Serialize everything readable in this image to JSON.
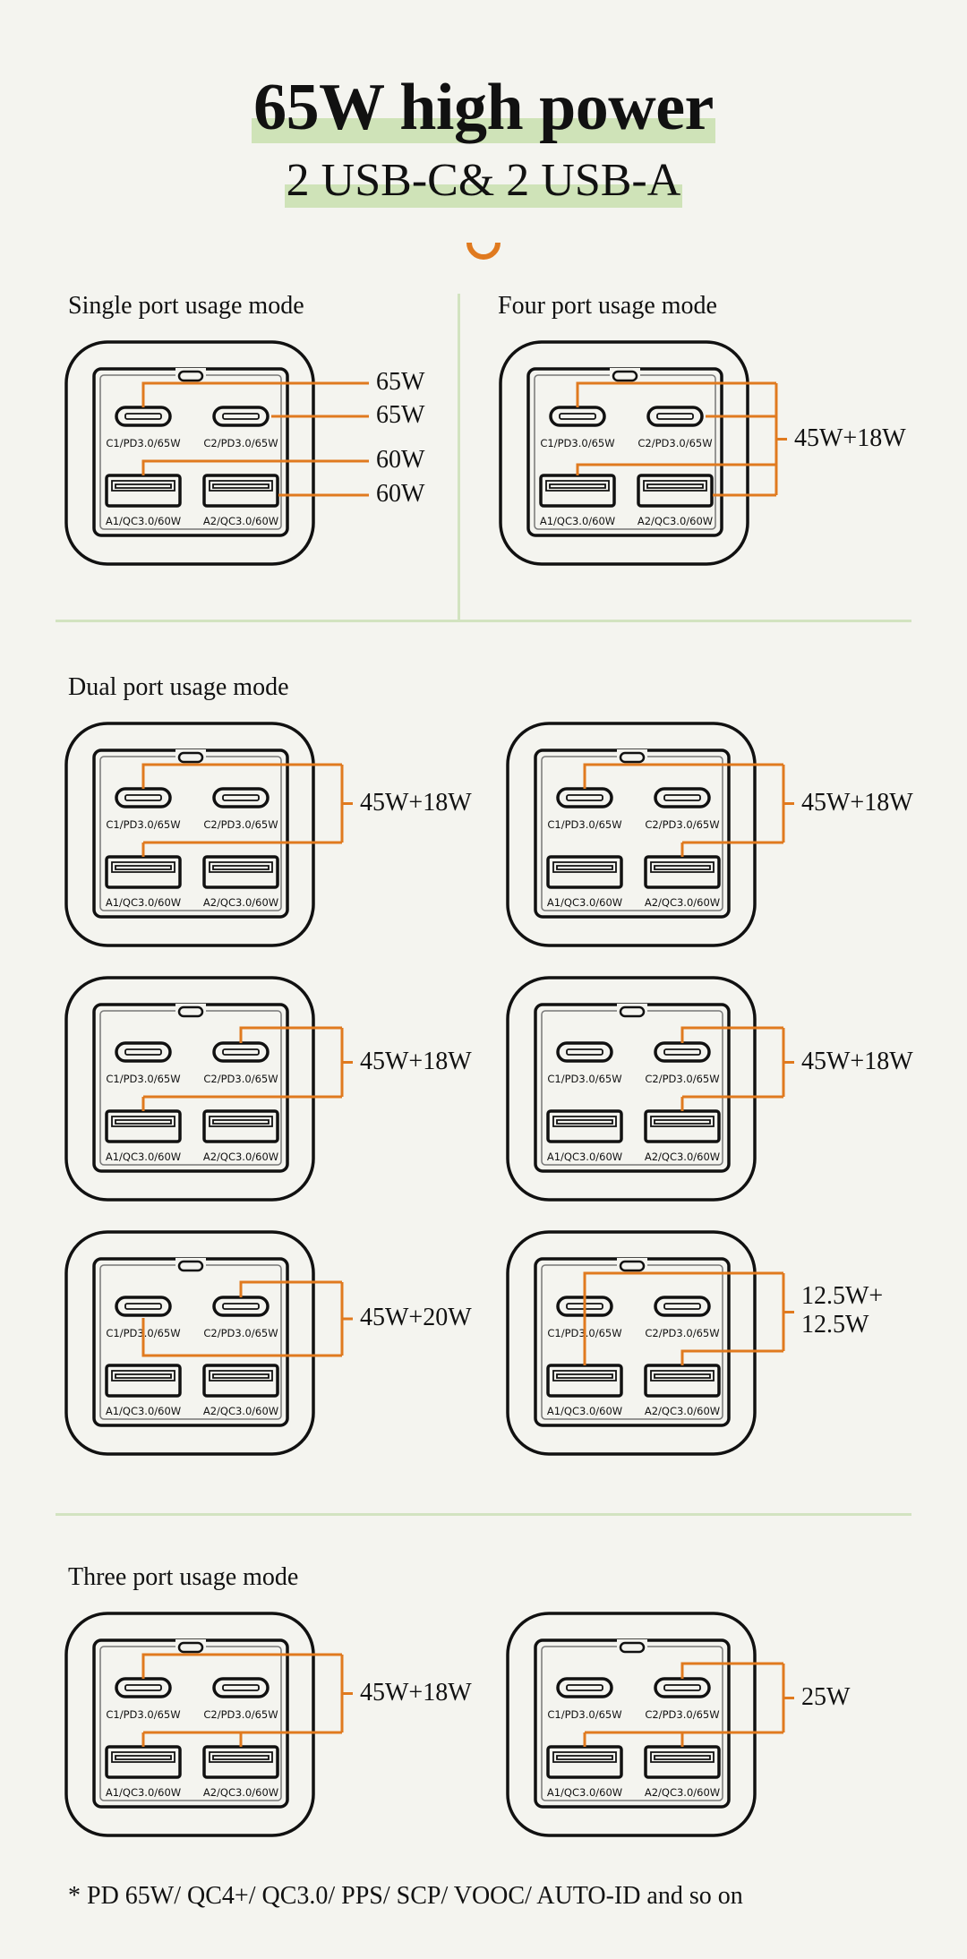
{
  "header": {
    "title": "65W high power",
    "subtitle": "2 USB-C& 2 USB-A",
    "highlight_color": "#cfe3b8",
    "accent_color": "#e07a1f",
    "decoration_icon": "smile-arc-icon"
  },
  "port_labels": {
    "c1": "C1/PD3.0/65W",
    "c2": "C2/PD3.0/65W",
    "a1": "A1/QC3.0/60W",
    "a2": "A2/QC3.0/60W"
  },
  "sections": {
    "single": {
      "label": "Single port usage mode",
      "diagrams": [
        {
          "id": "single",
          "mode": "individual",
          "ports": [
            "c1",
            "c2",
            "a1",
            "a2"
          ],
          "outputs": [
            "65W",
            "65W",
            "60W",
            "60W"
          ]
        }
      ]
    },
    "four": {
      "label": "Four port usage mode",
      "diagrams": [
        {
          "id": "four",
          "mode": "group",
          "ports": [
            "c1",
            "c2",
            "a1",
            "a2"
          ],
          "output": "45W+18W"
        }
      ]
    },
    "dual": {
      "label": "Dual port usage mode",
      "diagrams": [
        {
          "id": "dual-c1-a1",
          "mode": "group",
          "ports": [
            "c1",
            "a1"
          ],
          "output": "45W+18W"
        },
        {
          "id": "dual-c1-a2",
          "mode": "group",
          "ports": [
            "c1",
            "a2"
          ],
          "output": "45W+18W"
        },
        {
          "id": "dual-c2-a1",
          "mode": "group",
          "ports": [
            "c2",
            "a1"
          ],
          "output": "45W+18W"
        },
        {
          "id": "dual-c2-a2",
          "mode": "group",
          "ports": [
            "c2",
            "a2"
          ],
          "output": "45W+18W"
        },
        {
          "id": "dual-c1-c2",
          "mode": "group",
          "ports": [
            "c2",
            "c1"
          ],
          "output": "45W+20W"
        },
        {
          "id": "dual-a1-a2",
          "mode": "group",
          "ports": [
            "a1",
            "a2"
          ],
          "output": "12.5W+\n12.5W"
        }
      ]
    },
    "three": {
      "label": "Three port usage mode",
      "diagrams": [
        {
          "id": "three-c1-a1-a2",
          "mode": "group",
          "ports": [
            "c1",
            "a1",
            "a2"
          ],
          "output": "45W+18W"
        },
        {
          "id": "three-c2-a1-a2",
          "mode": "group",
          "ports": [
            "c2",
            "a1",
            "a2"
          ],
          "output": "25W"
        }
      ]
    }
  },
  "footnote": "* PD 65W/ QC4+/ QC3.0/ PPS/ SCP/ VOOC/ AUTO-ID and so on"
}
